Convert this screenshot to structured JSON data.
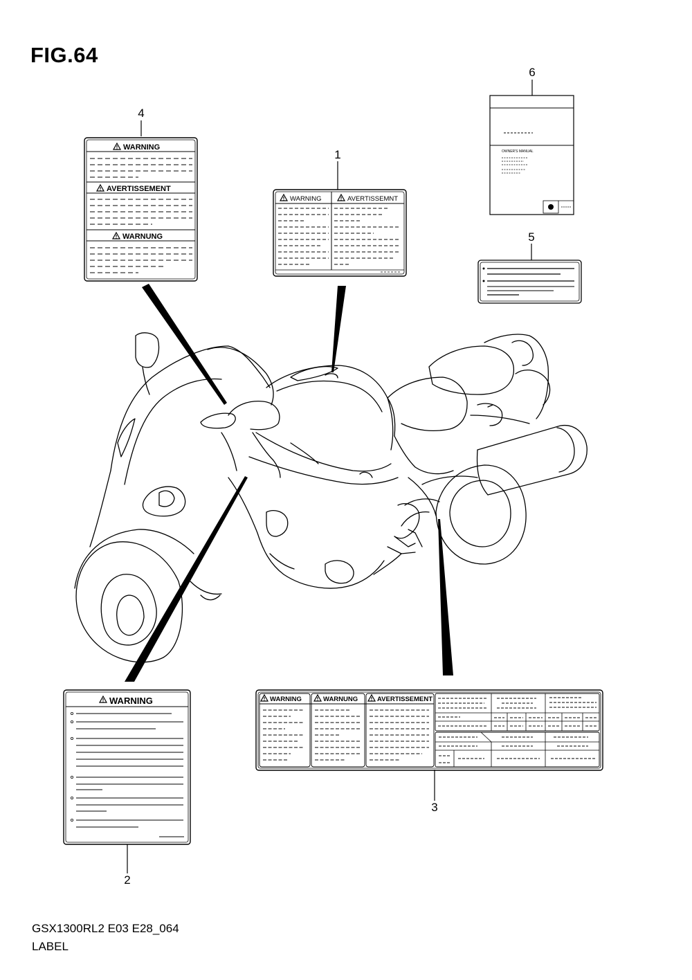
{
  "figure": {
    "title": "FIG.64",
    "model_code": "GSX1300RL2 E03 E28_064",
    "section_name": "LABEL"
  },
  "callouts": [
    {
      "id": "1",
      "label": "1"
    },
    {
      "id": "2",
      "label": "2"
    },
    {
      "id": "3",
      "label": "3"
    },
    {
      "id": "4",
      "label": "4"
    },
    {
      "id": "5",
      "label": "5"
    },
    {
      "id": "6",
      "label": "6"
    }
  ],
  "labels": {
    "label1": {
      "heading_left": "WARNING",
      "heading_right": "AVERTISSEMNT"
    },
    "label2": {
      "heading": "WARNING"
    },
    "label3": {
      "heading_1": "WARNING",
      "heading_2": "WARNUNG",
      "heading_3": "AVERTISSEMENT"
    },
    "label4": {
      "heading_1": "WARNING",
      "heading_2": "AVERTISSEMENT",
      "heading_3": "WARNUNG"
    },
    "label6": {
      "cover_text": "OWNER'S MANUAL"
    }
  },
  "icons": {
    "warning": "warning-triangle-icon",
    "brand": "brand-logo-icon"
  }
}
